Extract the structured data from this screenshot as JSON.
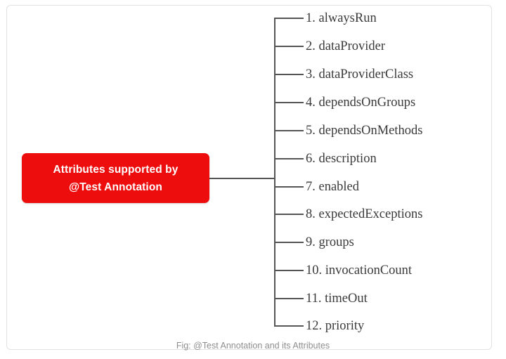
{
  "diagram": {
    "root": {
      "line1": "Attributes supported by",
      "line2": "@Test Annotation",
      "color": "#ee0d0d",
      "text_color": "#ffffff"
    },
    "connector_color": "#555555",
    "branches": [
      {
        "number": "1.",
        "name": "alwaysRun"
      },
      {
        "number": "2.",
        "name": "dataProvider"
      },
      {
        "number": "3.",
        "name": "dataProviderClass"
      },
      {
        "number": "4.",
        "name": "dependsOnGroups"
      },
      {
        "number": "5.",
        "name": "dependsOnMethods"
      },
      {
        "number": "6.",
        "name": "description"
      },
      {
        "number": "7.",
        "name": "enabled"
      },
      {
        "number": "8.",
        "name": "expectedExceptions"
      },
      {
        "number": "9.",
        "name": "groups"
      },
      {
        "number": "10.",
        "name": "invocationCount"
      },
      {
        "number": "11.",
        "name": "timeOut"
      },
      {
        "number": "12.",
        "name": "priority"
      }
    ],
    "caption": "Fig: @Test Annotation and its Attributes"
  }
}
